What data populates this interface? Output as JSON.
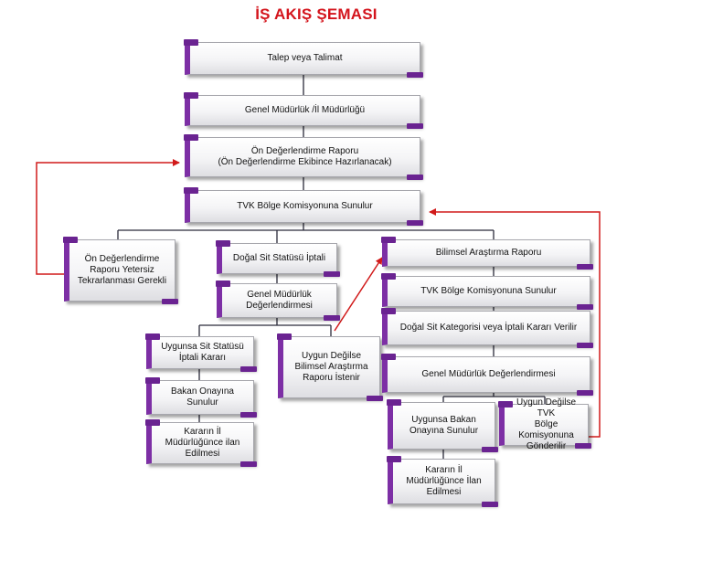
{
  "title": "İŞ AKIŞ ŞEMASI",
  "nodes": {
    "talep": "Talep veya Talimat",
    "genel_mudurluk": "Genel Müdürlük /İl Müdürlüğü",
    "on_degerlendirme": "Ön Değerlendirme Raporu\n(Ön Değerlendirme Ekibince Hazırlanacak)",
    "tvk_sunulur": "TVK Bölge Komisyonuna Sunulur",
    "yetersiz": "Ön Değerlendirme\nRaporu Yetersiz\nTekrarlanması Gerekli",
    "dogal_sit_iptali": "Doğal Sit Statüsü İptali",
    "gm_degerlendirmesi_left": "Genel Müdürlük\nDeğerlendirmesi",
    "uygunsa_iptal": "Uygunsa Sit Statüsü\nİptali Kararı",
    "bakan_onayina": "Bakan Onayına\nSunulur",
    "karar_ilan_left": "Kararın İl\nMüdürlüğünce ilan\nEdilmesi",
    "uygun_degilse_bilimsel": "Uygun Değilse\nBilimsel Araştırma\nRaporu İstenir",
    "bilimsel_rapor": "Bilimsel Araştırma Raporu",
    "tvk_sunulur_2": "TVK Bölge Komisyonuna Sunulur",
    "dogal_sit_kategori": "Doğal Sit Kategorisi veya İptali  Kararı Verilir",
    "gm_degerlendirmesi_right": "Genel Müdürlük Değerlendirmesi",
    "uygunsa_bakan": "Uygunsa Bakan\nOnayına  Sunulur",
    "uygun_degilse_tvk": "Uygun Değilse TVK\nBölge Komisyonuna\nGönderilir",
    "karar_ilan_right": "Kararın İl\nMüdürlüğünce  İlan\nEdilmesi"
  },
  "colors": {
    "accent_purple": "#6a2391",
    "title_red": "#d4141c",
    "arrow_red": "#d11a1a",
    "connector_dark": "#2b2b3a"
  }
}
